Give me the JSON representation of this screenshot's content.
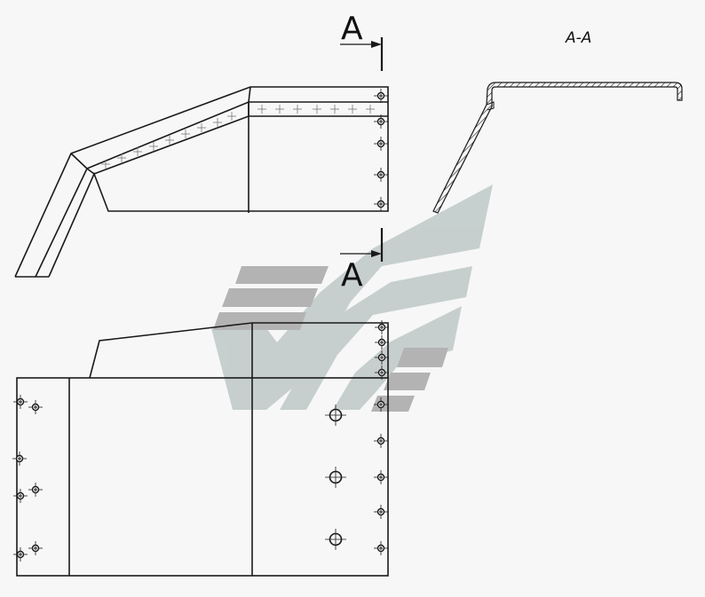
{
  "section_marks": {
    "top_label": "A",
    "bottom_label": "A"
  },
  "section_title": "A-A",
  "colors": {
    "line": "#1a1a1a",
    "background": "#f7f7f7",
    "watermark": "#8a8a8a",
    "watermark_accent": "#9fb0ae"
  }
}
